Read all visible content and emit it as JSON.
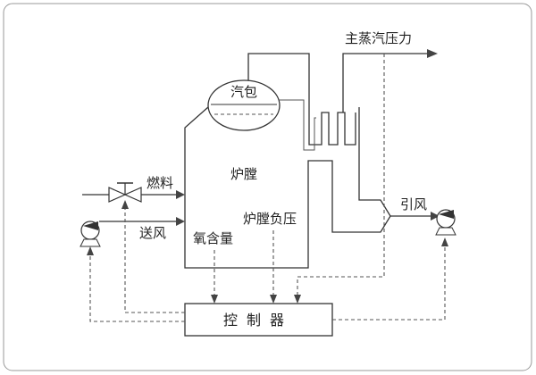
{
  "labels": {
    "main_steam_pressure": "主蒸汽压力",
    "steam_drum": "汽包",
    "furnace": "炉膛",
    "fuel": "燃料",
    "induced_draft": "引风",
    "forced_draft": "送风",
    "furnace_negative_pressure": "炉膛负压",
    "oxygen_content": "氧含量",
    "controller": "控制器"
  }
}
